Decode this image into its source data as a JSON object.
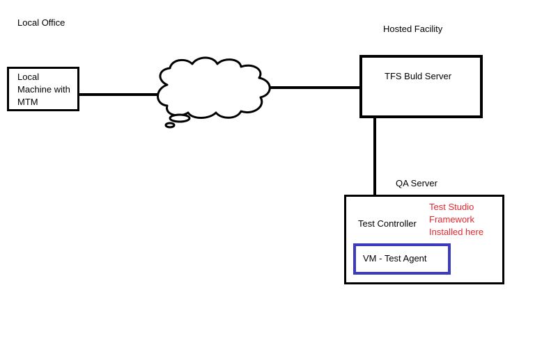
{
  "diagram": {
    "local_office_label": "Local Office",
    "hosted_facility_label": "Hosted Facility",
    "local_machine_lines": [
      "Local",
      "Machine with",
      "MTM"
    ],
    "tfs_label": "TFS Buld Server",
    "qa_server_label": "QA Server",
    "test_controller_label": "Test Controller",
    "note_lines": [
      "Test Studio",
      "Framework",
      "Installed here"
    ],
    "vm_label": "VM - Test Agent",
    "colors": {
      "line": "#000000",
      "note": "#e8262e",
      "vm_border": "#3b3bbf"
    }
  }
}
